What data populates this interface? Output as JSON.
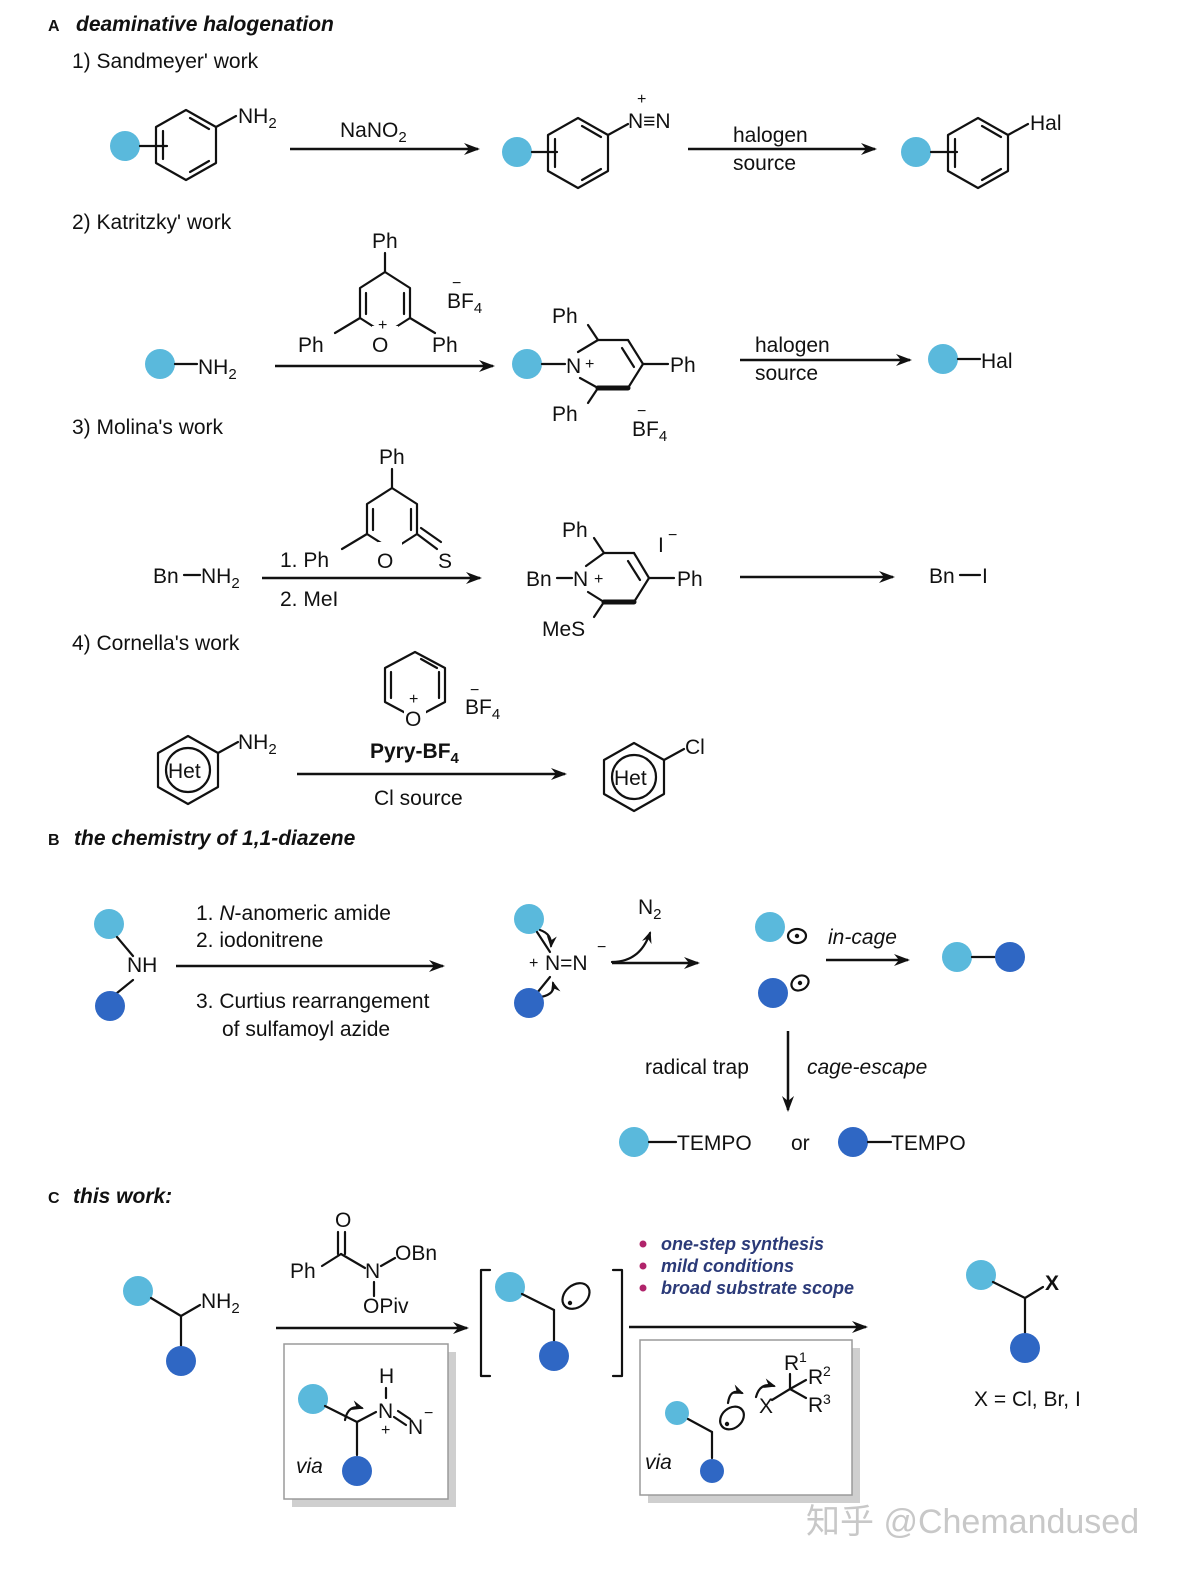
{
  "colors": {
    "light_blue": "#5ab9dc",
    "dark_blue": "#2f67c4",
    "bullet": "#b0246b",
    "bullet_text": "#2b3a78"
  },
  "sectionA": {
    "letter": "A",
    "title": "deaminative halogenation",
    "w1": {
      "title": "1) Sandmeyer' work",
      "nh2": "NH2",
      "reagent": "NaNO2",
      "diazo": "N≡N",
      "plus": "+",
      "hal_line1": "halogen",
      "hal_line2": "source",
      "product": "Hal"
    },
    "w2": {
      "title": "2) Katritzky' work",
      "ph": "Ph",
      "o": "O",
      "plus": "+",
      "bf4": "BF4",
      "minus": "−",
      "nh2": "NH2",
      "n": "N",
      "hal_line1": "halogen",
      "hal_line2": "source",
      "product": "Hal"
    },
    "w3": {
      "title": "3) Molina's work",
      "ph": "Ph",
      "step1": "1. Ph",
      "o": "O",
      "s": "S",
      "step2": "2. MeI",
      "bn": "Bn",
      "nh2": "NH2",
      "n": "N",
      "plus": "+",
      "iodide": "I",
      "minus": "−",
      "mes": "MeS",
      "product_bn": "Bn",
      "product_i": "I"
    },
    "w4": {
      "title": "4) Cornella's work",
      "nh2": "NH2",
      "het": "Het",
      "o": "O",
      "plus": "+",
      "bf4": "BF4",
      "minus": "−",
      "reagent": "Pyry-BF4",
      "below": "Cl source",
      "cl": "Cl"
    }
  },
  "sectionB": {
    "letter": "B",
    "title": "the chemistry of 1,1-diazene",
    "nh": "NH",
    "step1_prefix": "1. ",
    "step1_italic": "N",
    "step1_rest": "-anomeric amide",
    "step2": "2. iodonitrene",
    "step3_line1": "3. Curtius rearrangement",
    "step3_line2": "of sulfamoyl azide",
    "diazene": "N=N",
    "plus": "+",
    "minus": "−",
    "n2": "N2",
    "in_cage": "in-cage",
    "radical_trap": "radical trap",
    "cage_escape": "cage-escape",
    "tempo": "TEMPO",
    "or": "or"
  },
  "sectionC": {
    "letter": "C",
    "title": "this work:",
    "nh2": "NH2",
    "reagent_o": "O",
    "reagent_ph": "Ph",
    "reagent_n": "N",
    "reagent_obn": "OBn",
    "reagent_opiv": "OPiv",
    "bullets": [
      "one-step synthesis",
      "mild conditions",
      "broad substrate scope"
    ],
    "product_x": "X",
    "x_def": "X = Cl, Br, I",
    "via": "via",
    "box1": {
      "h": "H",
      "n": "N",
      "n2": "N",
      "plus": "+",
      "minus": "−"
    },
    "box2": {
      "x": "X",
      "r1": "R",
      "r2": "R",
      "r3": "R"
    }
  },
  "watermark": "知乎 @Chemandused"
}
